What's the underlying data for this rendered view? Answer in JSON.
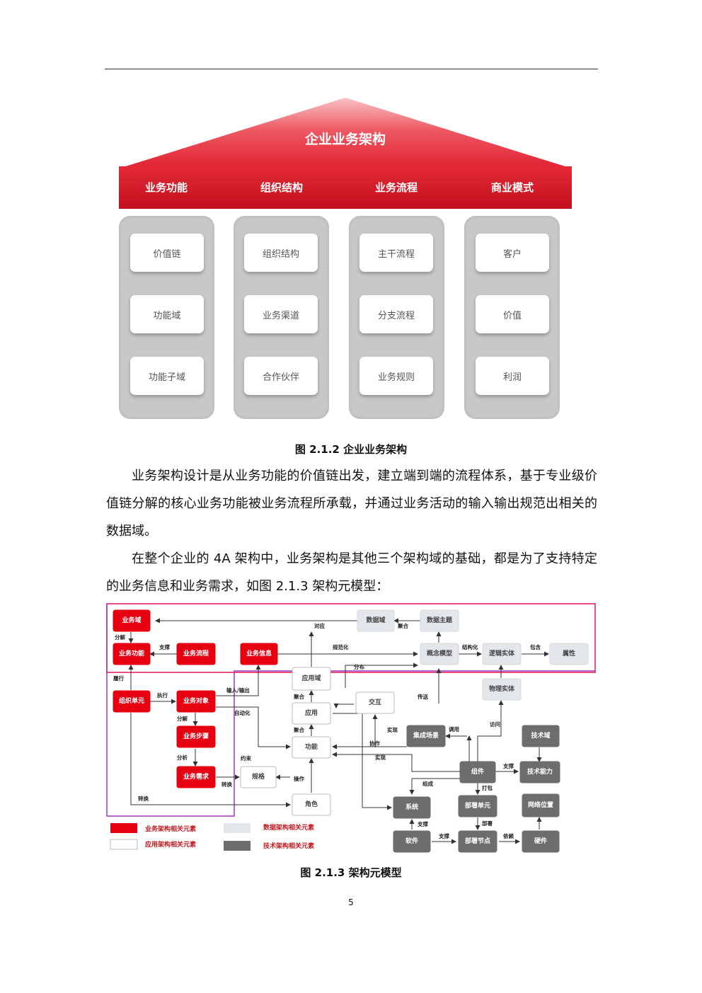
{
  "figure1": {
    "title": "企业业务架构",
    "columns": [
      {
        "header": "业务功能",
        "items": [
          "价值链",
          "功能域",
          "功能子域"
        ]
      },
      {
        "header": "组织结构",
        "items": [
          "组织结构",
          "业务渠道",
          "合作伙伴"
        ]
      },
      {
        "header": "业务流程",
        "items": [
          "主干流程",
          "分支流程",
          "业务规则"
        ]
      },
      {
        "header": "商业模式",
        "items": [
          "客户",
          "价值",
          "利润"
        ]
      }
    ],
    "caption": "图 2.1.2 企业业务架构"
  },
  "paragraphs": [
    "业务架构设计是从业务功能的价值链出发，建立端到端的流程体系，基于专业级价值链分解的核心业务功能被业务流程所承载，并通过业务活动的输入输出规范出相关的数据域。",
    "在整个企业的 4A 架构中，业务架构是其他三个架构域的基础，都是为了支持特定的业务信息和业务需求，如图 2.1.3 架构元模型："
  ],
  "figure2": {
    "caption": "图 2.1.3 架构元模型",
    "colors": {
      "business": "#e60012",
      "data": "#e3e6ea",
      "application": "#ffffff",
      "technology": "#6d6d6d"
    },
    "nodes": {
      "ywy": "业务域",
      "ywgn": "业务功能",
      "ywlc": "业务流程",
      "ywxx": "业务信息",
      "zzdy": "组织单元",
      "ywdx": "业务对象",
      "ywbz": "业务步骤",
      "ywxq": "业务需求",
      "sjy": "数据域",
      "sjzt": "数据主题",
      "gnmx": "概念模型",
      "ljst": "逻辑实体",
      "sx": "属性",
      "wlst": "物理实体",
      "yyy": "应用域",
      "yy": "应用",
      "gn": "功能",
      "jh": "交互",
      "gz": "规格",
      "js": "角色",
      "jccj": "集成场景",
      "zj": "组件",
      "jsy": "技术域",
      "jsnl": "技术能力",
      "xt": "系统",
      "bsdy": "部署单元",
      "wlwz": "网络位置",
      "rj": "软件",
      "bsjd": "部署节点",
      "yj": "硬件"
    },
    "edges": {
      "fenjie": "分解",
      "zhichi": "支撑",
      "lvxing": "履行",
      "zhixing": "执行",
      "fenjie2": "分解",
      "fenxi": "分析",
      "zhuanhuan": "转换",
      "zhuanhuan2": "转换",
      "duiying": "对应",
      "juhe": "聚合",
      "guifanhua": "规范化",
      "jiegouhua": "结构化",
      "baohan": "包含",
      "fenbu": "分布",
      "shuru": "输入/输出",
      "zidonghua": "自动化",
      "juhe2": "聚合",
      "juhe3": "聚合",
      "chuansong": "传送",
      "shixian": "实现",
      "xiezuo": "协作",
      "shixian2": "实现",
      "diaoyong": "调用",
      "fangwen": "访问",
      "zhicheng2": "支撑",
      "dabao": "打包",
      "zucheng": "组成",
      "bushu": "部署",
      "zhicheng3": "支撑",
      "zhicheng4": "支撑",
      "yilai": "依赖",
      "caozuo": "操作",
      "yueshu": "约束"
    },
    "legend": [
      {
        "label": "业务架构相关元素"
      },
      {
        "label": "数据架构相关元素"
      },
      {
        "label": "应用架构相关元素"
      },
      {
        "label": "技术架构相关元素"
      }
    ]
  },
  "page_number": "5"
}
